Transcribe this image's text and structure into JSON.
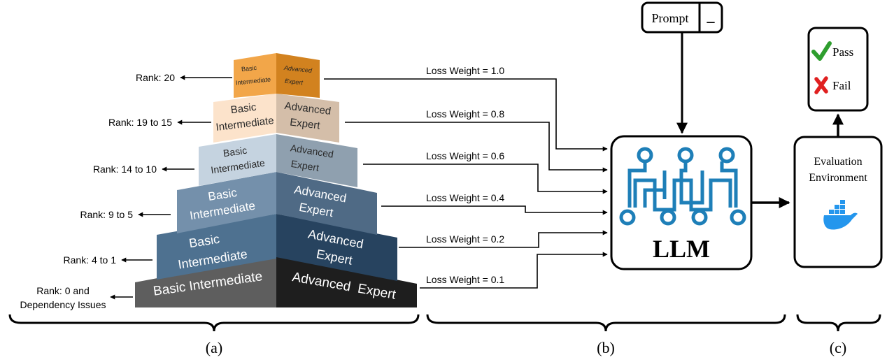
{
  "pyramid": {
    "tiers": [
      {
        "rank": "Rank: 20",
        "left": [
          "Basic",
          "Intermediate"
        ],
        "right": [
          "Advanced",
          "Expert"
        ],
        "loss": "Loss Weight = 1.0",
        "colors": {
          "left": "#F2A649",
          "right": "#D2821F"
        }
      },
      {
        "rank": "Rank: 19 to 15",
        "left": [
          "Basic",
          "Intermediate"
        ],
        "right": [
          "Advanced",
          "Expert"
        ],
        "loss": "Loss Weight = 0.8",
        "colors": {
          "left": "#FCE3CB",
          "right": "#D4BEA9"
        }
      },
      {
        "rank": "Rank: 14 to 10",
        "left": [
          "Basic",
          "Intermediate"
        ],
        "right": [
          "Advanced",
          "Expert"
        ],
        "loss": "Loss Weight = 0.6",
        "colors": {
          "left": "#C5D3E0",
          "right": "#8FA0AF"
        }
      },
      {
        "rank": "Rank: 9 to 5",
        "left": [
          "Basic",
          "Intermediate"
        ],
        "right": [
          "Advanced",
          "Expert"
        ],
        "loss": "Loss Weight = 0.4",
        "colors": {
          "left": "#7490AB",
          "right": "#4F6A85"
        }
      },
      {
        "rank": "Rank: 4 to 1",
        "left": [
          "Basic",
          "Intermediate"
        ],
        "right": [
          "Advanced",
          "Expert"
        ],
        "loss": "Loss Weight = 0.2",
        "colors": {
          "left": "#4E7190",
          "right": "#27435F"
        }
      },
      {
        "rank_lines": [
          "Rank: 0 and",
          "Dependency Issues"
        ],
        "left": [
          "Basic Intermediate"
        ],
        "right": [
          "Advanced  Expert"
        ],
        "loss": "Loss Weight = 0.1",
        "colors": {
          "left": "#5E5E5E",
          "right": "#1E1E1E"
        }
      }
    ]
  },
  "prompt": {
    "label": "Prompt",
    "cursor": "_"
  },
  "llm": {
    "label": "LLM",
    "chip_color": "#1E7FB8"
  },
  "result": {
    "pass_label": "Pass",
    "fail_label": "Fail",
    "pass_color": "#2E9E2E",
    "fail_color": "#E02020"
  },
  "evaluation": {
    "line1": "Evaluation",
    "line2": "Environment",
    "docker_color": "#2496ED"
  },
  "captions": {
    "a": "(a)",
    "b": "(b)",
    "c": "(c)"
  }
}
